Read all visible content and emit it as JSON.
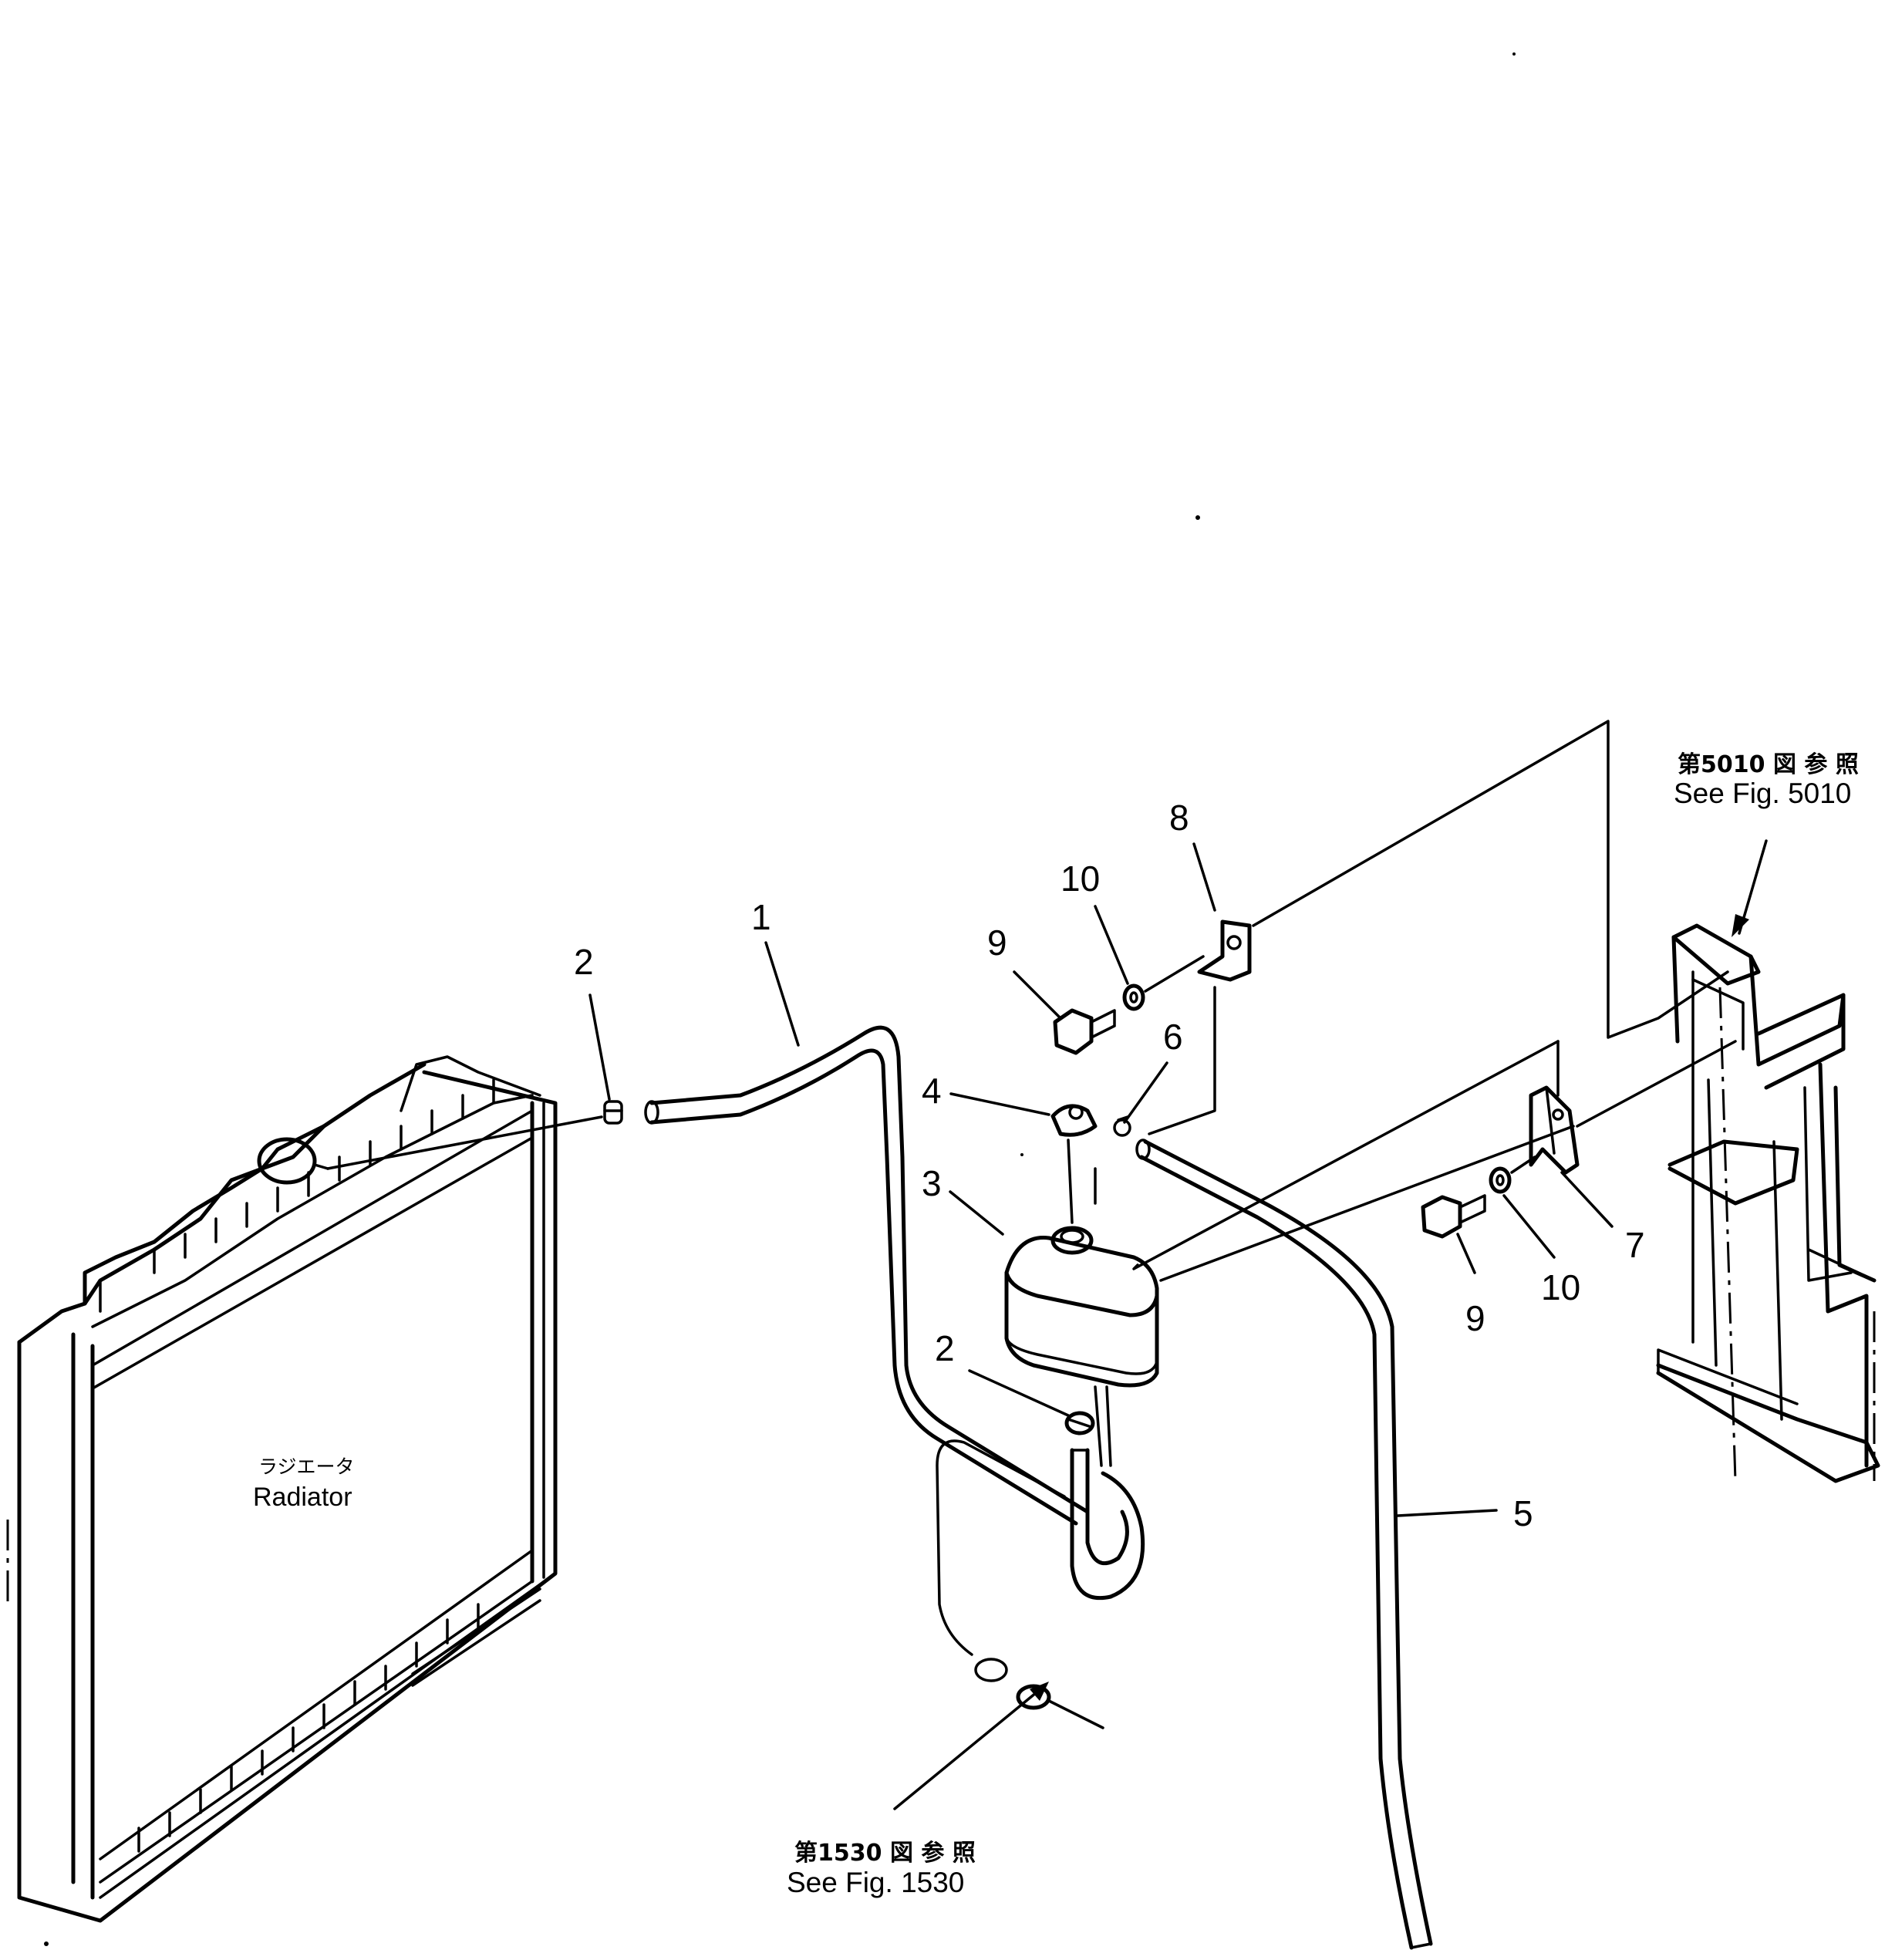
{
  "callouts": [
    {
      "id": "c1",
      "text": "1"
    },
    {
      "id": "c2a",
      "text": "2"
    },
    {
      "id": "c2b",
      "text": "2"
    },
    {
      "id": "c3",
      "text": "3"
    },
    {
      "id": "c4",
      "text": "4"
    },
    {
      "id": "c5",
      "text": "5"
    },
    {
      "id": "c6",
      "text": "6"
    },
    {
      "id": "c7",
      "text": "7"
    },
    {
      "id": "c8",
      "text": "8"
    },
    {
      "id": "c9a",
      "text": "9"
    },
    {
      "id": "c9b",
      "text": "9"
    },
    {
      "id": "c10a",
      "text": "10"
    },
    {
      "id": "c10b",
      "text": "10"
    }
  ],
  "radiator": {
    "label_jp": "ラジエータ",
    "label_en": "Radiator"
  },
  "references": {
    "fig5010": {
      "jp": "第5010 図 参 照",
      "en": "See Fig. 5010"
    },
    "fig1530": {
      "jp": "第1530 図 参 照",
      "en": "See Fig. 1530"
    }
  }
}
